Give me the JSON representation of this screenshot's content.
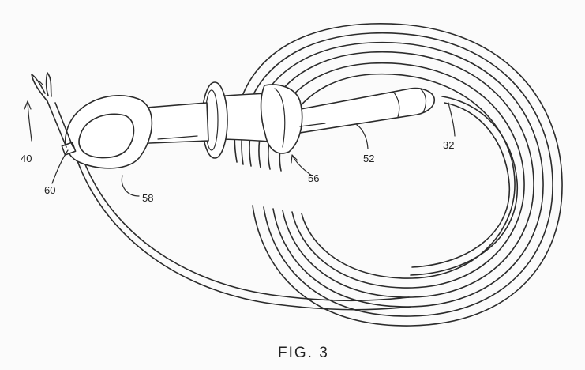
{
  "figure": {
    "caption": "FIG. 3",
    "reference_numerals": {
      "r40": "40",
      "r60": "60",
      "r58": "58",
      "r56": "56",
      "r52": "52",
      "r32": "32"
    }
  },
  "colors": {
    "line": "#2b2b2b",
    "background": "#fbfbfb"
  }
}
